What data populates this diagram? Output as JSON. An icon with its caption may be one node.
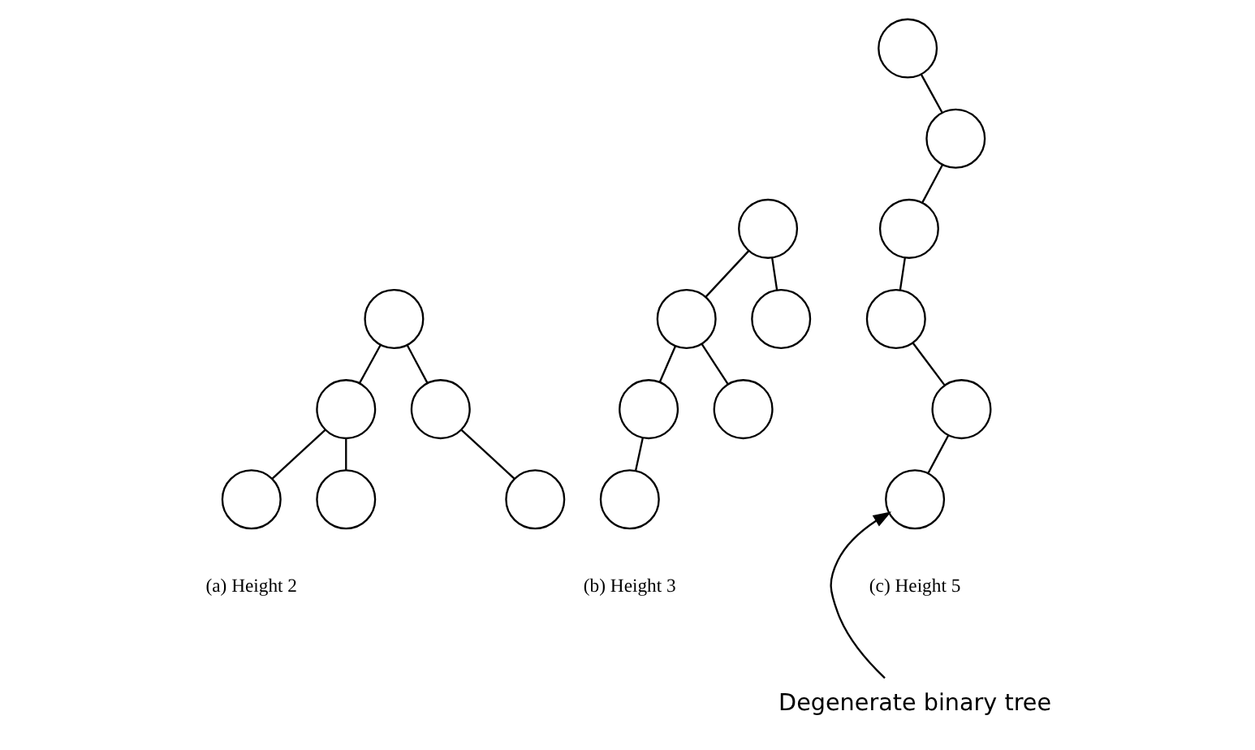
{
  "diagram": {
    "nodes": [
      {
        "text": [],
        "shape": "circle"
      },
      {
        "text": [],
        "shape": "circle"
      },
      {
        "text": [],
        "shape": "circle"
      },
      {
        "text": [],
        "shape": "circle"
      },
      {
        "text": [],
        "shape": "circle"
      },
      {
        "text": [],
        "shape": "circle"
      },
      {
        "text": [],
        "shape": "circle"
      },
      {
        "text": [],
        "shape": "circle"
      },
      {
        "text": [],
        "shape": "circle"
      },
      {
        "text": [],
        "shape": "circle"
      },
      {
        "text": [],
        "shape": "circle"
      },
      {
        "text": [],
        "shape": "circle"
      },
      {
        "text": [],
        "shape": "circle"
      },
      {
        "text": [],
        "shape": "circle"
      },
      {
        "text": [],
        "shape": "circle"
      },
      {
        "text": [],
        "shape": "circle"
      },
      {
        "text": [],
        "shape": "circle"
      },
      {
        "text": [],
        "shape": "circle"
      },
      {
        "text": [
          "Degenerate binary tree"
        ]
      }
    ],
    "edges": [
      {
        "from": 0,
        "to": 1,
        "arrow": "none"
      },
      {
        "from": 0,
        "to": 2,
        "arrow": "none"
      },
      {
        "from": 1,
        "to": 3,
        "arrow": "none"
      },
      {
        "from": 1,
        "to": 4,
        "arrow": "none"
      },
      {
        "from": 2,
        "to": 5,
        "arrow": "none"
      },
      {
        "from": 6,
        "to": 7,
        "arrow": "none"
      },
      {
        "from": 6,
        "to": 8,
        "arrow": "none"
      },
      {
        "from": 7,
        "to": 9,
        "arrow": "none"
      },
      {
        "from": 7,
        "to": 10,
        "arrow": "none"
      },
      {
        "from": 9,
        "to": 11,
        "arrow": "none"
      },
      {
        "from": 12,
        "to": 13,
        "arrow": "none"
      },
      {
        "from": 13,
        "to": 14,
        "arrow": "none"
      },
      {
        "from": 14,
        "to": 15,
        "arrow": "none"
      },
      {
        "from": 15,
        "to": 16,
        "arrow": "none"
      },
      {
        "from": 16,
        "to": 17,
        "arrow": "none"
      },
      {
        "from": 18,
        "to": 17,
        "arrow": "to"
      }
    ],
    "labels": [
      "(a) Height 2",
      "(b) Height 3",
      "(c) Height 5"
    ]
  }
}
